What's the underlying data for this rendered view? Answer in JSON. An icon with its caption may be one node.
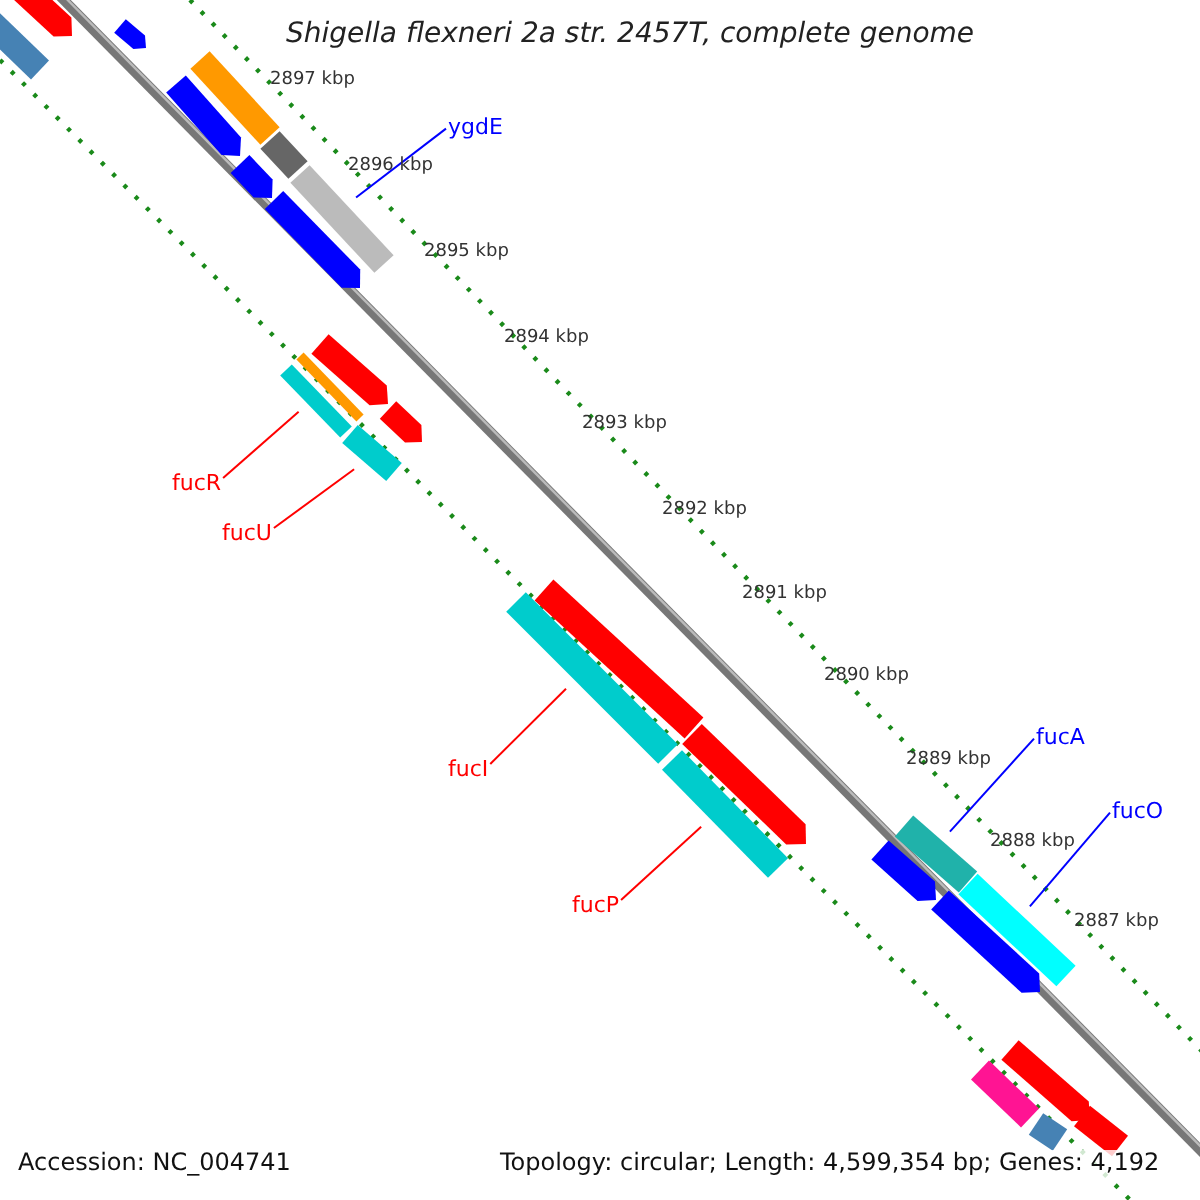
{
  "diagram": {
    "title": "Shigella flexneri 2a str. 2457T, complete genome",
    "nodes": [
      {
        "text": [],
        "shape": "bar"
      },
      {
        "text": [],
        "shape": "arrow"
      },
      {
        "text": [],
        "shape": "arrow"
      },
      {
        "text": [],
        "shape": "bar"
      },
      {
        "text": [],
        "shape": "arrow"
      },
      {
        "text": [
          "ygdE"
        ]
      },
      {
        "text": [],
        "shape": "bar"
      },
      {
        "text": [],
        "shape": "arrow"
      },
      {
        "text": [],
        "shape": "bar"
      },
      {
        "text": [],
        "shape": "arrow"
      },
      {
        "text": [],
        "shape": "arrow"
      },
      {
        "text": [],
        "shape": "bar"
      },
      {
        "text": [],
        "shape": "bar"
      },
      {
        "text": [],
        "shape": "arrow"
      },
      {
        "text": [],
        "shape": "bar"
      },
      {
        "text": [
          "fucR"
        ]
      },
      {
        "text": [
          "fucU"
        ]
      },
      {
        "text": [],
        "shape": "bar"
      },
      {
        "text": [],
        "shape": "bar"
      },
      {
        "text": [],
        "shape": "arrow"
      },
      {
        "text": [],
        "shape": "bar"
      },
      {
        "text": [
          "fucI"
        ]
      },
      {
        "text": [
          "fucP"
        ]
      },
      {
        "text": [
          "fucA"
        ]
      },
      {
        "text": [
          "fucO"
        ]
      },
      {
        "text": [],
        "shape": "bar"
      },
      {
        "text": [],
        "shape": "arrow"
      },
      {
        "text": [],
        "shape": "bar"
      },
      {
        "text": [],
        "shape": "arrow"
      },
      {
        "text": [],
        "shape": "arrow"
      },
      {
        "text": [],
        "shape": "bar"
      },
      {
        "text": [],
        "shape": "bar"
      },
      {
        "text": [],
        "shape": "bar"
      }
    ],
    "edges": [
      {
        "from": 5,
        "to": 8,
        "arrow": "none",
        "color": "#0000ff"
      },
      {
        "from": 15,
        "to": 12,
        "arrow": "none"
      },
      {
        "from": 16,
        "to": 14,
        "arrow": "none"
      },
      {
        "from": 21,
        "to": 18,
        "arrow": "none"
      },
      {
        "from": 22,
        "to": 20,
        "arrow": "none"
      },
      {
        "from": 23,
        "to": 25,
        "arrow": "none",
        "color": "#0000ff"
      },
      {
        "from": 24,
        "to": 27,
        "arrow": "none",
        "color": "#0000ff"
      }
    ],
    "labels": [
      "2897 kbp",
      "2896 kbp",
      "2895 kbp",
      "2894 kbp",
      "2893 kbp",
      "2892 kbp",
      "2891 kbp",
      "2890 kbp",
      "2889 kbp",
      "2888 kbp",
      "2887 kbp",
      "Accession: NC_004741",
      "Topology: circular; Length: 4,599,354 bp; Genes: 4,192"
    ]
  }
}
